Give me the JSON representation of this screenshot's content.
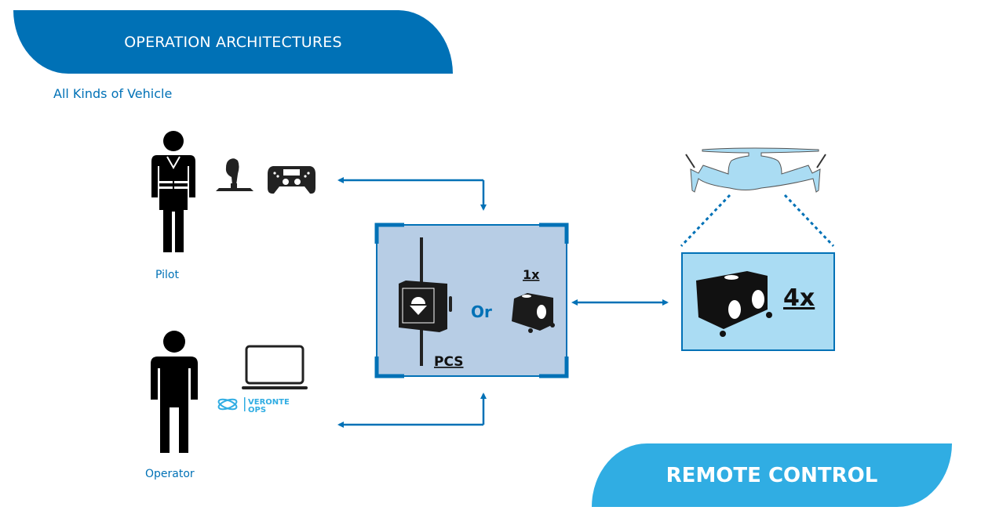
{
  "header": {
    "title": "OPERATION ARCHITECTURES",
    "subtitle": "All Kinds of Vehicle"
  },
  "actors": {
    "pilot": {
      "label": "Pilot",
      "devices": [
        "joystick-icon",
        "gamepad-icon"
      ]
    },
    "operator": {
      "label": "Operator",
      "devices": [
        "laptop-icon"
      ],
      "software_logo": {
        "line1": "VERONTE",
        "line2": "OPS"
      }
    }
  },
  "ground_station": {
    "device_label": "PCS",
    "or_label": "Or",
    "alt_quantity": "1x"
  },
  "vehicle": {
    "type": "drone",
    "quantity": "4x"
  },
  "footer": {
    "title": "REMOTE CONTROL"
  },
  "colors": {
    "primary": "#0071b6",
    "light": "#30ade3",
    "box_fill": "#b7cde5",
    "vehicle_fill": "#aadcf3"
  }
}
